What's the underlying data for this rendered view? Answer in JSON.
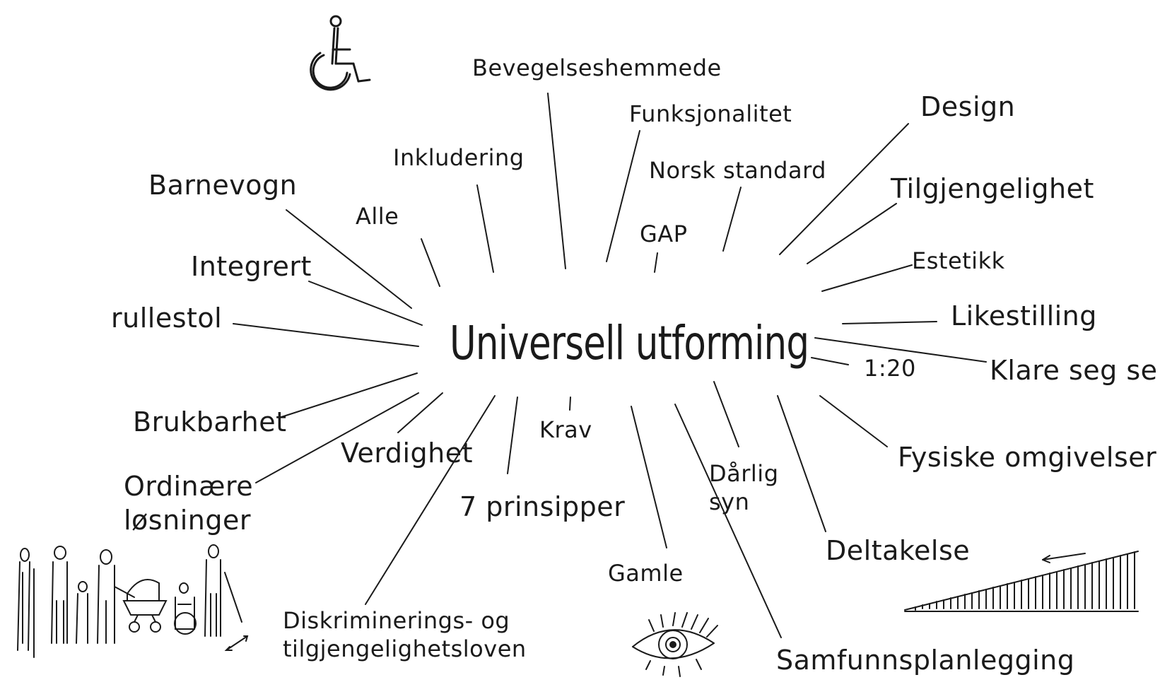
{
  "center": "Universell utforming",
  "labels": {
    "bevegelseshemmede": "Bevegelseshemmede",
    "funksjonalitet": "Funksjonalitet",
    "norsk_standard": "Norsk standard",
    "gap": "GAP",
    "inkludering": "Inkludering",
    "design": "Design",
    "tilgjengelighet": "Tilgjengelighet",
    "estetikk": "Estetikk",
    "likestilling": "Likestilling",
    "klare_seg_selv": "Klare seg selv",
    "ratio": "1:20",
    "barnevogn": "Barnevogn",
    "alle": "Alle",
    "integrert": "Integrert",
    "rullestol": "rullestol",
    "brukbarhet": "Brukbarhet",
    "verdighet": "Verdighet",
    "ordinare_losninger": "Ordinære\nløsninger",
    "krav": "Krav",
    "sju_prinsipper": "7 prinsipper",
    "gamle": "Gamle",
    "darlig_syn": "Dårlig\nsyn",
    "deltakelse": "Deltakelse",
    "fysiske_omgivelser": "Fysiske omgivelser",
    "samfunnsplanlegging": "Samfunnsplanlegging",
    "diskriminering": "Diskriminerings- og\ntilgjengelighetsloven"
  },
  "icons": [
    "wheelchair-icon",
    "people-group-icon",
    "eye-icon",
    "ramp-icon"
  ],
  "ink_color": "#1a1a1a"
}
